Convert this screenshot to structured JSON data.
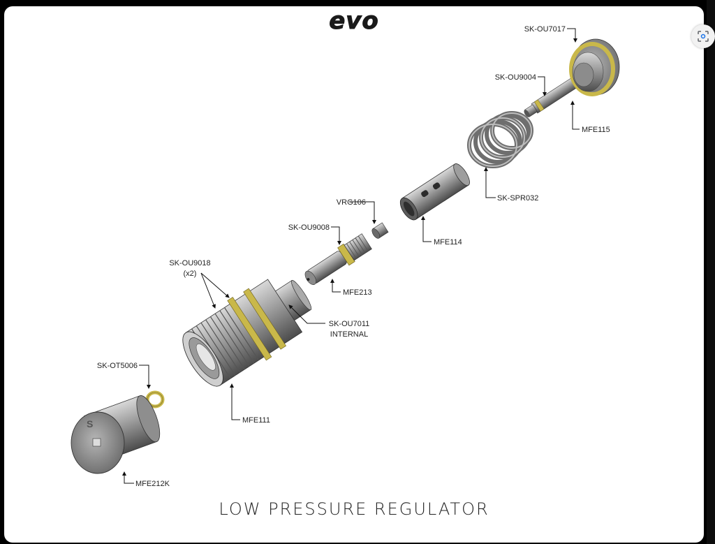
{
  "brand": {
    "logo_text": "evo"
  },
  "title": "LOW PRESSURE REGULATOR",
  "parts": [
    {
      "code": "SK-OU7017"
    },
    {
      "code": "SK-OU9004"
    },
    {
      "code": "MFE115"
    },
    {
      "code": "SK-SPR032"
    },
    {
      "code": "VRG106"
    },
    {
      "code": "MFE114"
    },
    {
      "code": "SK-OU9008"
    },
    {
      "code": "MFE213"
    },
    {
      "code": "SK-OU9018",
      "qty": "(x2)"
    },
    {
      "code": "SK-OU7011",
      "note": "INTERNAL"
    },
    {
      "code": "SK-OT5006"
    },
    {
      "code": "MFE111"
    },
    {
      "code": "MFE212K"
    }
  ],
  "colors": {
    "oring": "#c9b84a",
    "metal": "#8a8a8a",
    "metal_dark": "#4a4a4a",
    "sheet": "#ffffff"
  },
  "icons": {
    "lens": "lens-icon"
  }
}
